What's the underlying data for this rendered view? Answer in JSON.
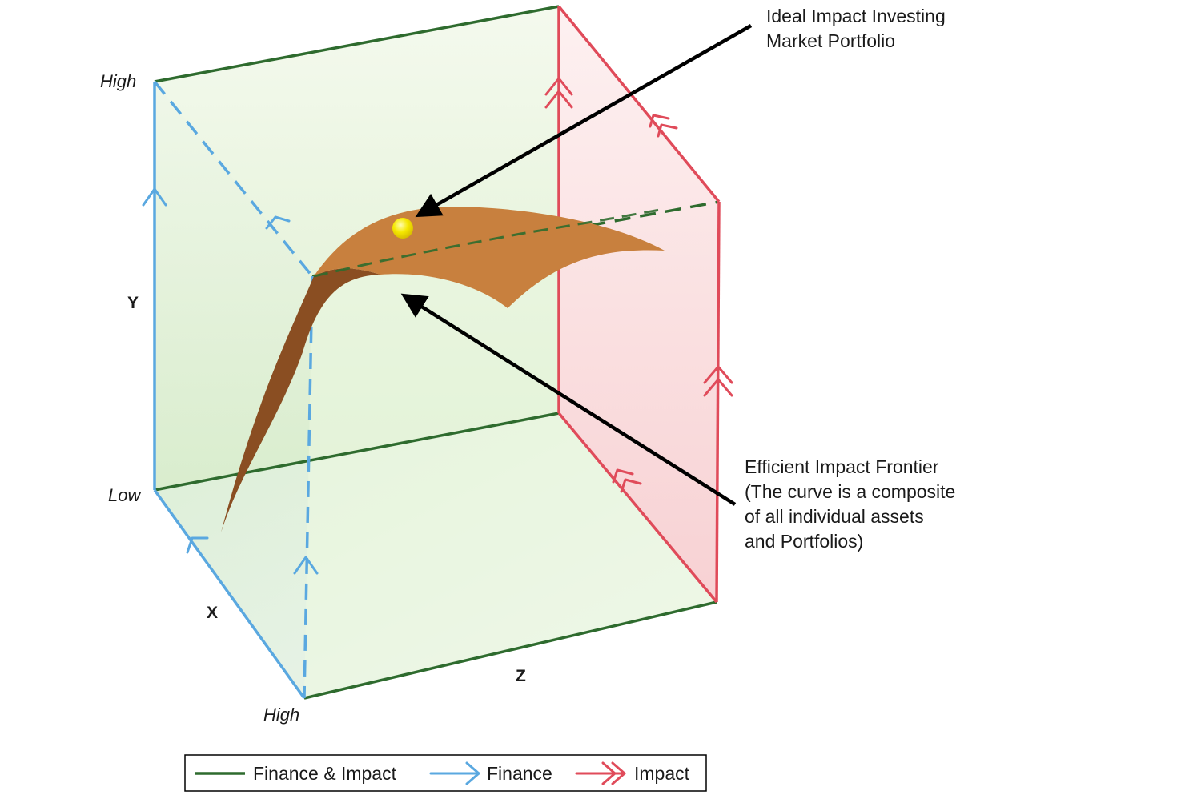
{
  "axes": {
    "y_high": "High",
    "y_low": "Low",
    "y_label": "Y",
    "x_label": "X",
    "x_high": "High",
    "z_label": "Z"
  },
  "annotations": {
    "ideal_portfolio": [
      "Ideal Impact Investing",
      "Market Portfolio"
    ],
    "frontier": [
      "Efficient Impact Frontier",
      "(The curve is a composite",
      "of all individual assets",
      "and Portfolios)"
    ]
  },
  "legend": {
    "finance_impact": "Finance & Impact",
    "finance": "Finance",
    "impact": "Impact"
  },
  "colors": {
    "finance_impact": "#2e6b2e",
    "finance": "#5aa8e0",
    "impact": "#e04b5a",
    "frontier_surface": "#c8803e",
    "frontier_shadow": "#8a4e22",
    "portfolio_dot": "#f2e400"
  }
}
